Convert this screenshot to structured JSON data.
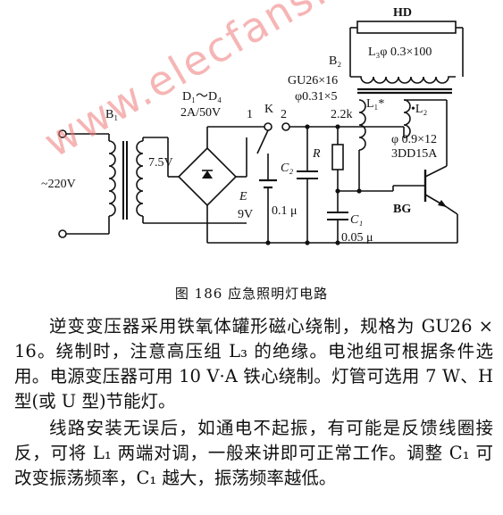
{
  "watermark": "www.elecfans.com",
  "labels": {
    "hd": "HD",
    "l3_spec": "L₃φ 0.3×100",
    "b2": "B₂",
    "gu_spec": "GU26×16",
    "phi_spec": "φ0.31×5",
    "r_value": "2.2k",
    "l1": "L₁*",
    "l2": "•L₂",
    "l2_spec": "φ 0.9×12",
    "transistor_model": "3DD15A",
    "bg": "BG",
    "b1": "B₁",
    "d_range": "D₁～D₄",
    "d_rating": "2A/50V",
    "switch_pos1": "1",
    "switch_k": "K",
    "switch_pos2": "2",
    "voltage_7v5": "7.5V",
    "ac_input": "~220V",
    "c2": "C₂",
    "r": "R",
    "e": "E",
    "battery_voltage": "9V",
    "c2_value": "0.1 μ",
    "c1": "C₁",
    "c1_value": "0.05 μ"
  },
  "caption": "图 186    应急照明灯电路",
  "paragraphs": [
    "逆变变压器采用铁氧体罐形磁心绕制，规格为 GU26 × 16。绕制时，注意高压组 L₃ 的绝缘。电池组可根据条件选用。电源变压器可用 10 V·A 铁心绕制。灯管可选用 7 W、H 型(或 U 型)节能灯。",
    "线路安装无误后，如通电不起振，有可能是反馈线圈接反，可将 L₁ 两端对调，一般来讲即可正常工作。调整 C₁ 可改变振荡频率，C₁ 越大，振荡频率越低。"
  ]
}
